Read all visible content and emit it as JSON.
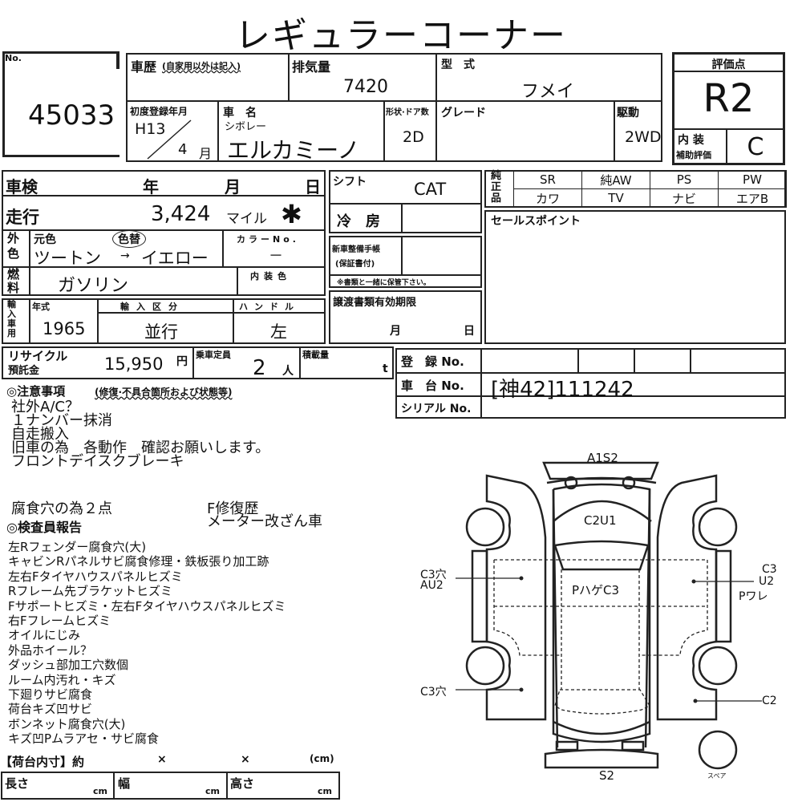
{
  "title": "レギュラーコーナー",
  "no": {
    "label": "No.",
    "value": "45033"
  },
  "history": {
    "label": "車歴",
    "note": "(自家用以外は記入)",
    "value": ""
  },
  "displacement": {
    "label": "排気量",
    "value": "7420"
  },
  "model_code": {
    "label": "型　式",
    "value": "フメイ"
  },
  "first_reg": {
    "label": "初度登録年月",
    "year": "H13",
    "month": "4",
    "month_unit": "月"
  },
  "car_name": {
    "label": "車　名",
    "maker": "シボレー",
    "value": "エルカミーノ"
  },
  "body_doors": {
    "label": "形状·ドア数",
    "value": "2D"
  },
  "grade": {
    "label": "グレード",
    "value": ""
  },
  "drive": {
    "label": "駆動",
    "value": "2WD"
  },
  "score": {
    "label": "評価点",
    "value": "R2",
    "interior_label1": "内 装",
    "interior_label2": "補助評価",
    "interior_value": "C"
  },
  "inspection": {
    "label": "車検",
    "year": "年",
    "month": "月",
    "day": "日"
  },
  "mileage": {
    "label": "走行",
    "value": "3,424",
    "unit": "マイル",
    "mark": "✱"
  },
  "exterior": {
    "label": "外色",
    "orig_label": "元色",
    "changed_label": "色替",
    "value_from": "ツートン",
    "arrow": "→",
    "value_to": "イエロー",
    "color_no_label": "カラーNo.",
    "color_no": "－"
  },
  "fuel": {
    "label": "燃料",
    "value": "ガソリン",
    "interior_color_label": "内装色"
  },
  "import": {
    "label": "輸入車用",
    "year_label": "年式",
    "year": "1965",
    "type_label": "輸入区分",
    "type": "並行",
    "handle_label": "ハンドル",
    "handle": "左"
  },
  "recycle": {
    "label1": "リサイクル",
    "label2": "預託金",
    "value": "15,950",
    "unit": "円"
  },
  "capacity": {
    "label": "乗車定員",
    "value": "2",
    "unit": "人"
  },
  "load": {
    "label": "積載量",
    "unit": "t"
  },
  "shift": {
    "label": "シフト",
    "value": "CAT"
  },
  "aircon": {
    "label": "冷　房",
    "value": ""
  },
  "service_book": {
    "label1": "新車整備手帳",
    "label2": "(保証書付)",
    "note": "※書類と一緒に保管下さい。"
  },
  "transfer": {
    "label": "譲渡書類有効期限",
    "month": "月",
    "day": "日"
  },
  "genuine": {
    "label": "純正品",
    "row1": [
      "SR",
      "純AW",
      "PS",
      "PW"
    ],
    "row2": [
      "カワ",
      "TV",
      "ナビ",
      "エアB"
    ]
  },
  "sales_point": {
    "label": "セールスポイント"
  },
  "registration": {
    "reg_label": "登　録 No.",
    "chassis_label": "車　台 No.",
    "chassis_value": "[神42]111242",
    "serial_label": "シリアル No."
  },
  "notes": {
    "label": "◎注意事項",
    "sub": "(修復·不具合箇所および状態等)",
    "lines": [
      "社外A/C？",
      "１ナンバー抹消",
      "自走搬入",
      "旧車の為　各動作　確認お願いします。",
      "フロントデイスクブレーキ"
    ],
    "l2a": "腐食穴の為２点",
    "l2b": "F修復歴",
    "l3b": "メーター改ざん車"
  },
  "inspector": {
    "label": "◎検査員報告",
    "lines": [
      "左Rフェンダー腐食穴(大)",
      "キャビンRパネルサビ腐食修理・鉄板張り加工跡",
      "左右Fタイヤハウスパネルヒズミ",
      "Rフレーム先ブラケットヒズミ",
      "Fサポートヒズミ・左右Fタイヤハウスパネルヒズミ",
      "右Fフレームヒズミ",
      "オイルにじみ",
      "外品ホイール？",
      "ダッシュ部加工穴数個",
      "ルーム内汚れ・キズ",
      "下廻りサビ腐食",
      "荷台キズ凹サビ",
      "ボンネット腐食穴(大)",
      "キズ凹Pムラアセ・サビ腐食"
    ]
  },
  "bed": {
    "label": "【荷台内寸】約",
    "x": "×",
    "unit": "(cm)",
    "length": "長さ",
    "width": "幅",
    "height": "高さ",
    "cm": "cm"
  },
  "diagram": {
    "front": "A1S2",
    "hood": "C2U1",
    "roof": "PハゲC3",
    "left_front1": "C3穴",
    "left_front2": "AU2",
    "right_front1": "C3",
    "right_front2": "U2",
    "right_front3": "Pワレ",
    "left_rear": "C3穴",
    "right_rear": "C2",
    "rear": "S2",
    "spare": "スペア"
  }
}
